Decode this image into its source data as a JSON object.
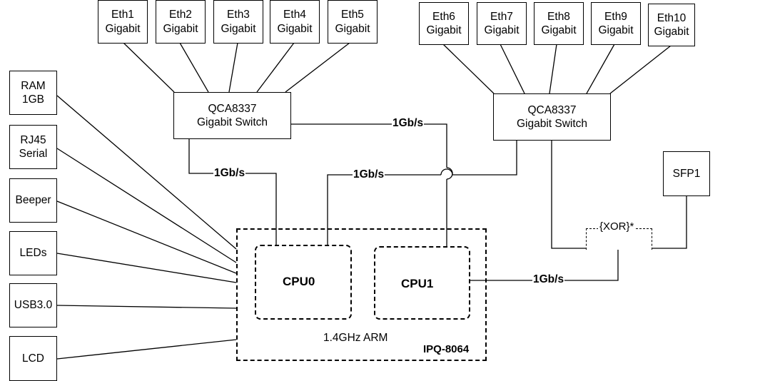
{
  "eth_ports": [
    {
      "name": "Eth1",
      "speed": "Gigabit"
    },
    {
      "name": "Eth2",
      "speed": "Gigabit"
    },
    {
      "name": "Eth3",
      "speed": "Gigabit"
    },
    {
      "name": "Eth4",
      "speed": "Gigabit"
    },
    {
      "name": "Eth5",
      "speed": "Gigabit"
    },
    {
      "name": "Eth6",
      "speed": "Gigabit"
    },
    {
      "name": "Eth7",
      "speed": "Gigabit"
    },
    {
      "name": "Eth8",
      "speed": "Gigabit"
    },
    {
      "name": "Eth9",
      "speed": "Gigabit"
    },
    {
      "name": "Eth10",
      "speed": "Gigabit"
    }
  ],
  "switches": [
    {
      "line1": "QCA8337",
      "line2": "Gigabit Switch"
    },
    {
      "line1": "QCA8337",
      "line2": "Gigabit Switch"
    }
  ],
  "peripherals": [
    {
      "line1": "RAM",
      "line2": "1GB"
    },
    {
      "line1": "RJ45",
      "line2": "Serial"
    },
    {
      "line1": "Beeper",
      "line2": ""
    },
    {
      "line1": "LEDs",
      "line2": ""
    },
    {
      "line1": "USB3.0",
      "line2": ""
    },
    {
      "line1": "LCD",
      "line2": ""
    }
  ],
  "sfp": {
    "label": "SFP1"
  },
  "xor": {
    "label": "{XOR}*"
  },
  "soc": {
    "cpu0": "CPU0",
    "cpu1": "CPU1",
    "clock": "1.4GHz ARM",
    "chip": "IPQ-8064"
  },
  "links": {
    "switch_to_switch": "1Gb/s",
    "switch1_to_cpu0": "1Gb/s",
    "switch2_to_cpu0": "1Gb/s",
    "cpu1_to_xor": "1Gb/s"
  }
}
